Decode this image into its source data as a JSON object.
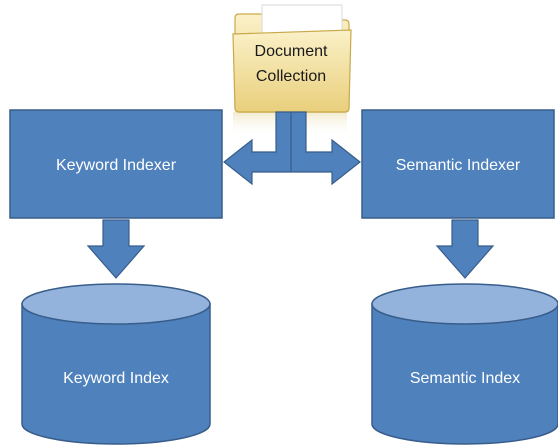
{
  "diagram": {
    "folder": {
      "line1": "Document",
      "line2": "Collection"
    },
    "keyword_indexer": {
      "label": "Keyword Indexer"
    },
    "semantic_indexer": {
      "label": "Semantic Indexer"
    },
    "keyword_index": {
      "label": "Keyword Index"
    },
    "semantic_index": {
      "label": "Semantic Index"
    }
  },
  "colors": {
    "box_fill": "#4f81bd",
    "box_stroke": "#385d8a",
    "cylinder_top": "#93b3dc",
    "folder_fill": "#f5e3a0",
    "folder_stroke": "#c9a94a"
  }
}
